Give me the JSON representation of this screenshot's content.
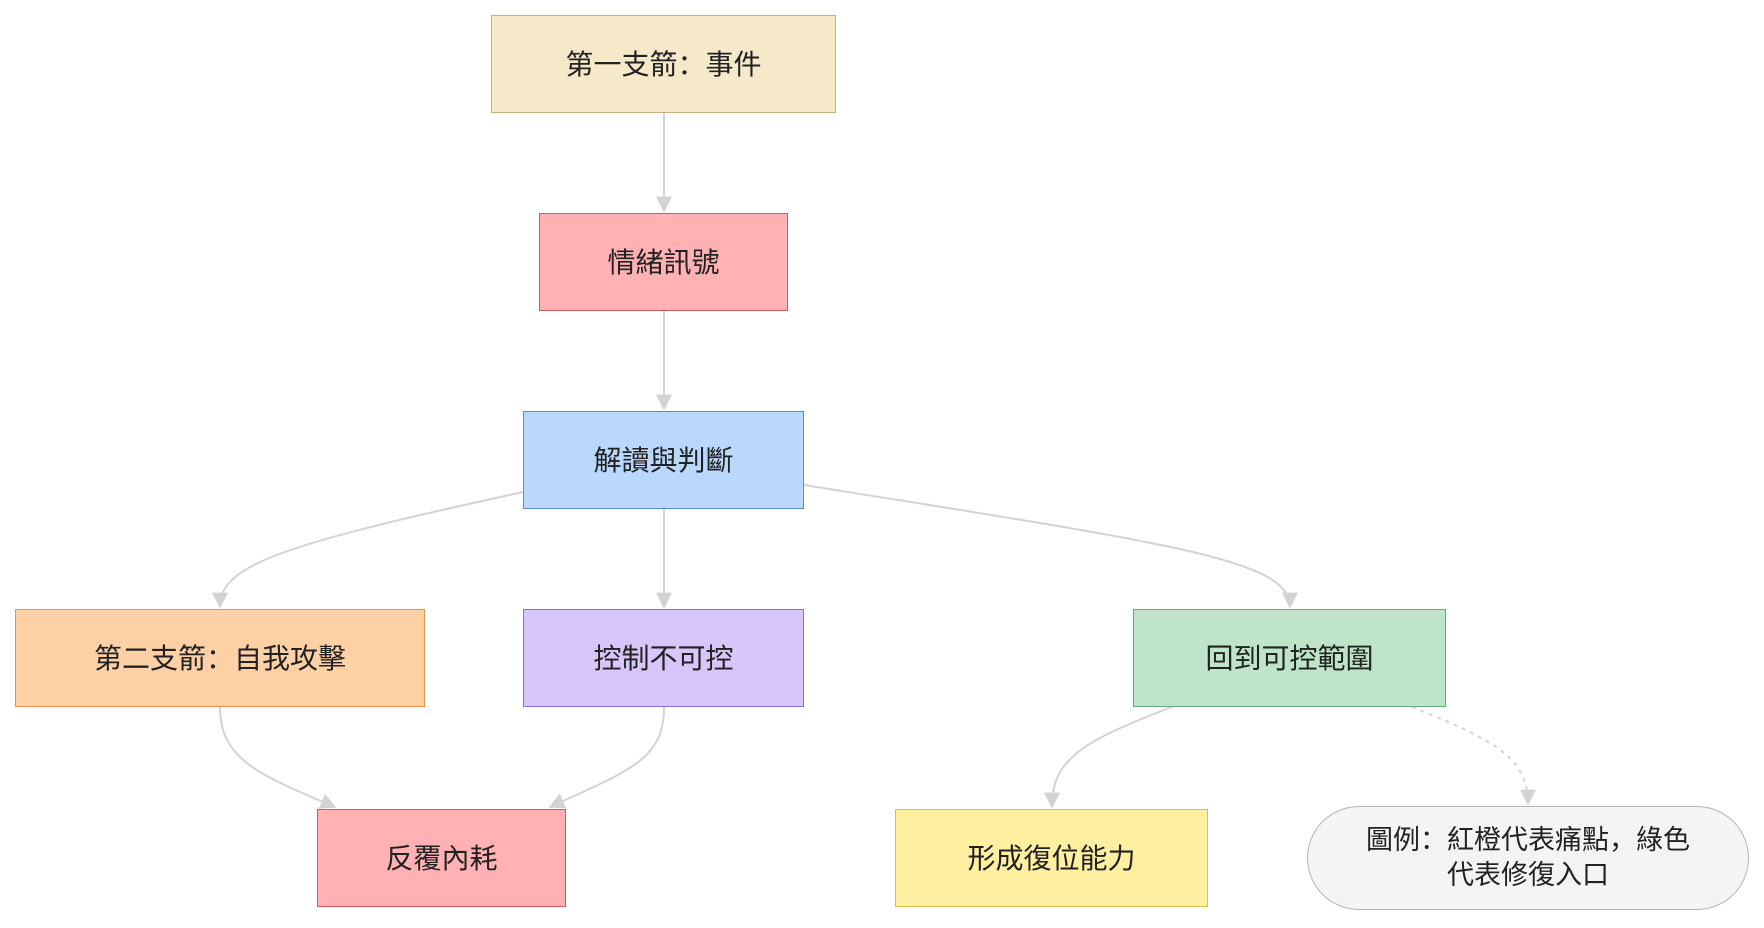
{
  "diagram": {
    "nodes": {
      "event": "第一支箭：事件",
      "emotion": "情緒訊號",
      "judgement": "解讀與判斷",
      "second_arrow": "第二支箭：自我攻擊",
      "uncontrollable": "控制不可控",
      "back_to_control": "回到可控範圍",
      "rumination": "反覆內耗",
      "resilience": "形成復位能力",
      "legend_line1": "圖例：紅橙代表痛點，綠色",
      "legend_line2": "代表修復入口"
    },
    "edges": [
      {
        "from": "event",
        "to": "emotion",
        "style": "solid"
      },
      {
        "from": "emotion",
        "to": "judgement",
        "style": "solid"
      },
      {
        "from": "judgement",
        "to": "second_arrow",
        "style": "solid"
      },
      {
        "from": "judgement",
        "to": "uncontrollable",
        "style": "solid"
      },
      {
        "from": "judgement",
        "to": "back_to_control",
        "style": "solid"
      },
      {
        "from": "second_arrow",
        "to": "rumination",
        "style": "solid"
      },
      {
        "from": "uncontrollable",
        "to": "rumination",
        "style": "solid"
      },
      {
        "from": "back_to_control",
        "to": "resilience",
        "style": "solid"
      },
      {
        "from": "back_to_control",
        "to": "legend",
        "style": "dashed"
      }
    ],
    "colors": {
      "edge": "#d3d3d3",
      "pain": "#ffb1b3",
      "repair": "#bee5c8"
    }
  }
}
